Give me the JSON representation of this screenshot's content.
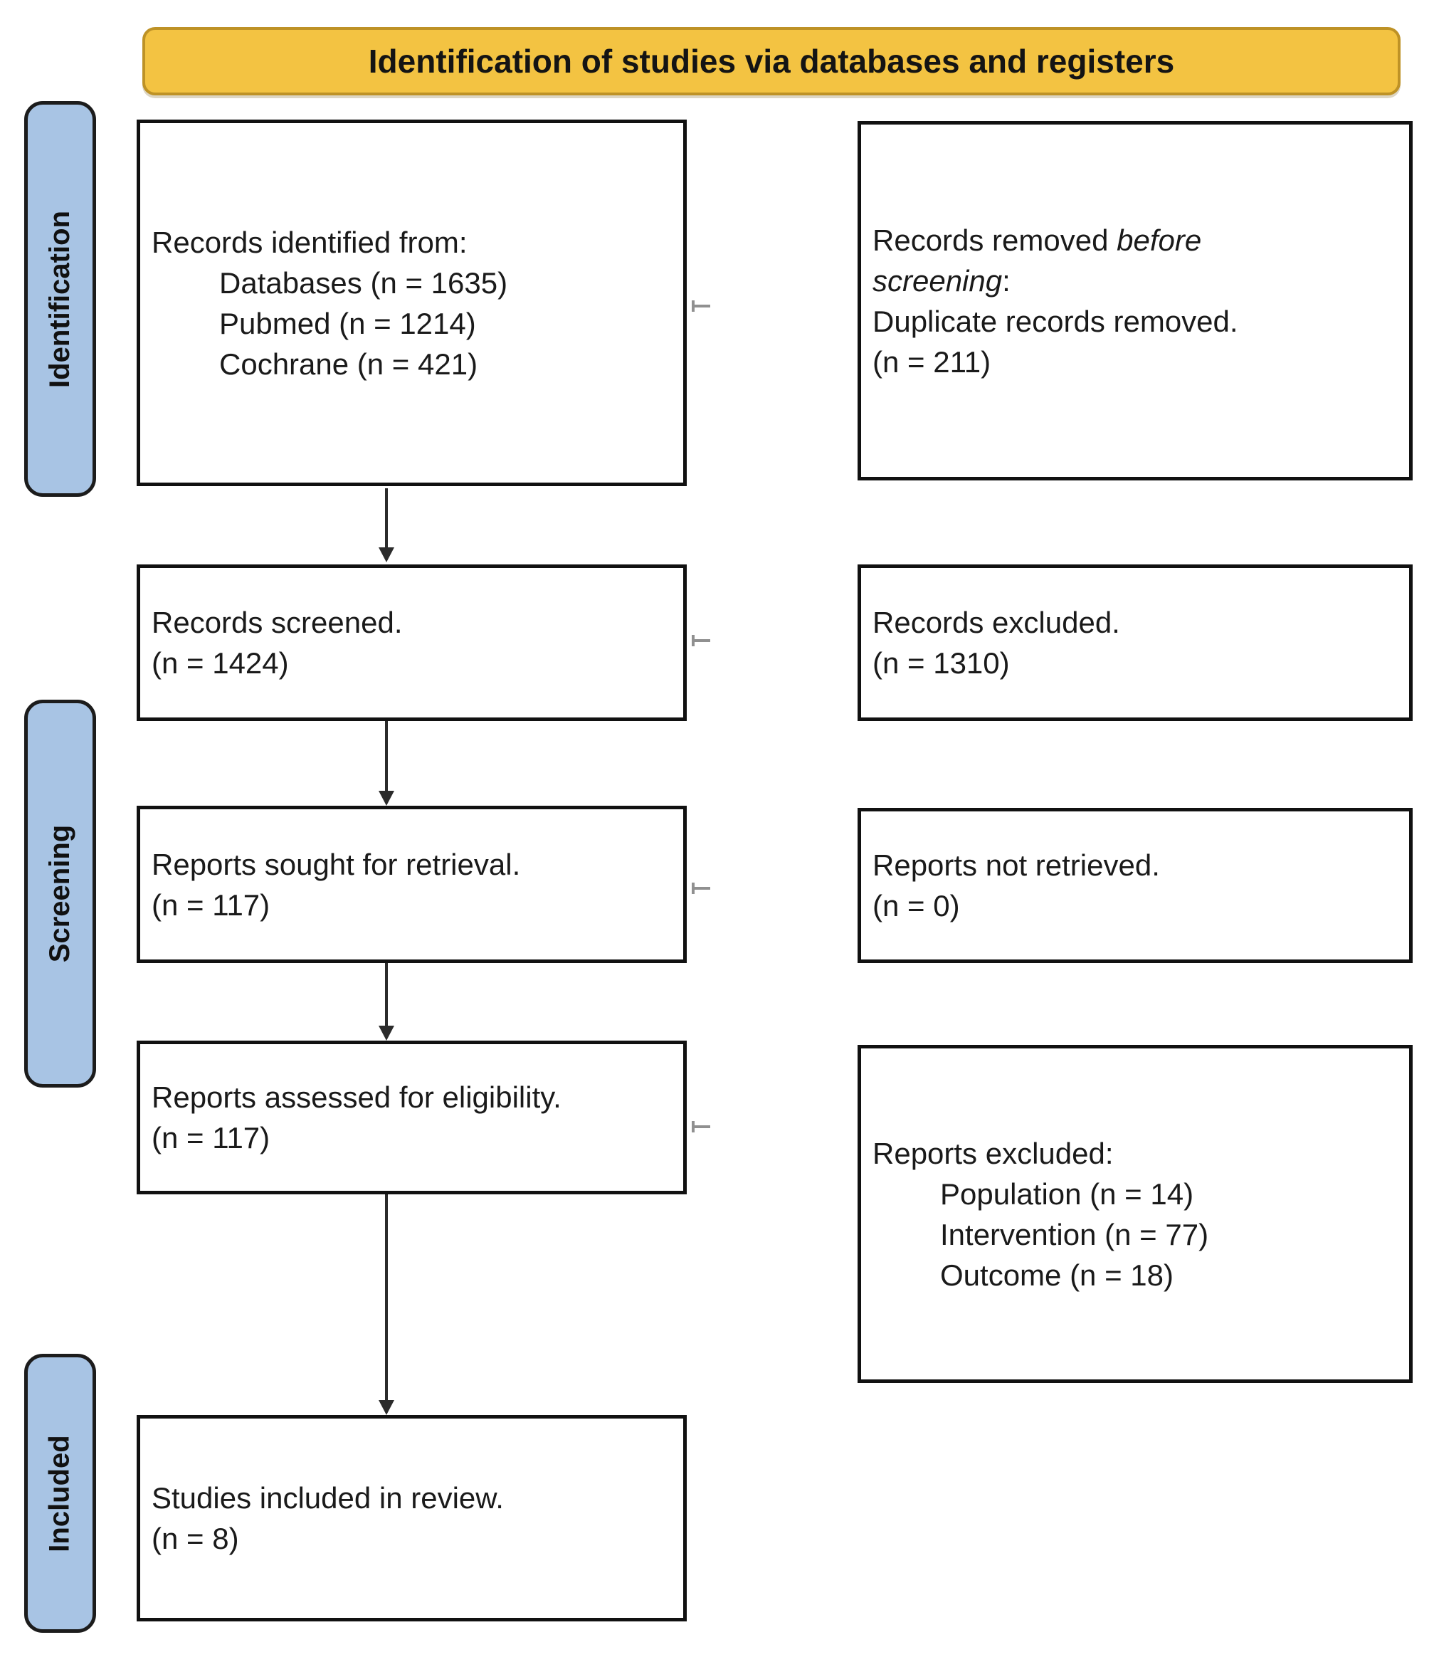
{
  "colors": {
    "banner_bg": "#F3C342",
    "banner_border": "#BE9226",
    "tab_bg": "#A8C4E4",
    "tab_border": "#1C1C1C",
    "box_border": "#111111",
    "arrow": "#2B2B2B",
    "stub": "#909090"
  },
  "banner": {
    "title": "Identification of studies via databases and registers"
  },
  "sidebar": {
    "tabs": [
      {
        "label": "Identification"
      },
      {
        "label": "Screening"
      },
      {
        "label": "Included"
      }
    ]
  },
  "flow": {
    "records_identified": {
      "heading": "Records identified from:",
      "items": [
        "Databases (n = 1635)",
        "Pubmed (n = 1214)",
        "Cochrane (n = 421)"
      ]
    },
    "records_removed": {
      "line1_regular": "Records removed ",
      "line1_italic": "before",
      "line2_italic": "screening",
      "line2_colon": ":",
      "line3": "Duplicate records removed.",
      "line4": "(n = 211)"
    },
    "records_screened": {
      "line1": "Records screened.",
      "line2": "(n = 1424)"
    },
    "records_excluded": {
      "line1": "Records excluded.",
      "line2": "(n = 1310)"
    },
    "reports_sought": {
      "line1": "Reports sought for retrieval.",
      "line2": "(n = 117)"
    },
    "reports_not_retrieved": {
      "line1": "Reports not retrieved.",
      "line2": "(n = 0)"
    },
    "reports_assessed": {
      "line1": "Reports assessed for eligibility.",
      "line2": "(n = 117)"
    },
    "reports_excluded": {
      "heading": "Reports excluded:",
      "items": [
        "Population (n = 14)",
        "Intervention (n = 77)",
        "Outcome (n = 18)"
      ]
    },
    "studies_included": {
      "line1": "Studies included in review.",
      "line2": "(n = 8)"
    }
  }
}
